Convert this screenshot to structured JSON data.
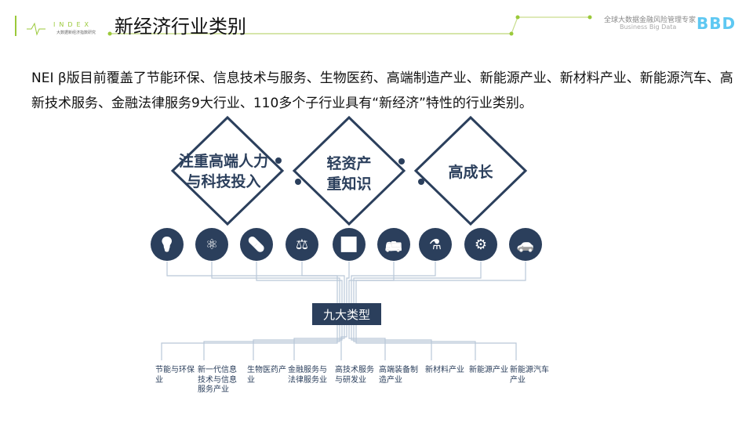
{
  "header": {
    "title": "新经济行业类别",
    "index_logo": "INDEX",
    "index_sub": "大数据新经济指数研究",
    "brand_cn": "全球大数据金融风险管理专家",
    "brand_en": "Business Big Data",
    "brand_logo": "BBD"
  },
  "intro": "NEI β版目前覆盖了节能环保、信息技术与服务、生物医药、高端制造产业、新能源产业、新材料产业、新能源汽车、高新技术服务、金融法律服务9大行业、110多个子行业具有“新经济”特性的行业类别。",
  "diamonds": [
    {
      "line1": "注重高端人力",
      "line2": "与科技投入"
    },
    {
      "line1": "轻资产",
      "line2": "重知识"
    },
    {
      "line1": "高成长",
      "line2": ""
    }
  ],
  "icons": [
    "lightbulb-icon",
    "atom-icon",
    "pill-icon",
    "scales-icon",
    "growth-chart-icon",
    "bus-icon",
    "flask-icon",
    "wind-turbine-icon",
    "electric-car-icon"
  ],
  "hub": "九大类型",
  "categories": [
    "节能与环保业",
    "新一代信息技术与信息服务产业",
    "生物医药产业",
    "金融服务与法律服务业",
    "高技术服务与研发业",
    "高端装备制造产业",
    "新材料产业",
    "新能源产业",
    "新能源汽车产业"
  ],
  "colors": {
    "navy": "#2b3f5c",
    "green": "#9bc93a",
    "blue": "#5ec8f2"
  }
}
